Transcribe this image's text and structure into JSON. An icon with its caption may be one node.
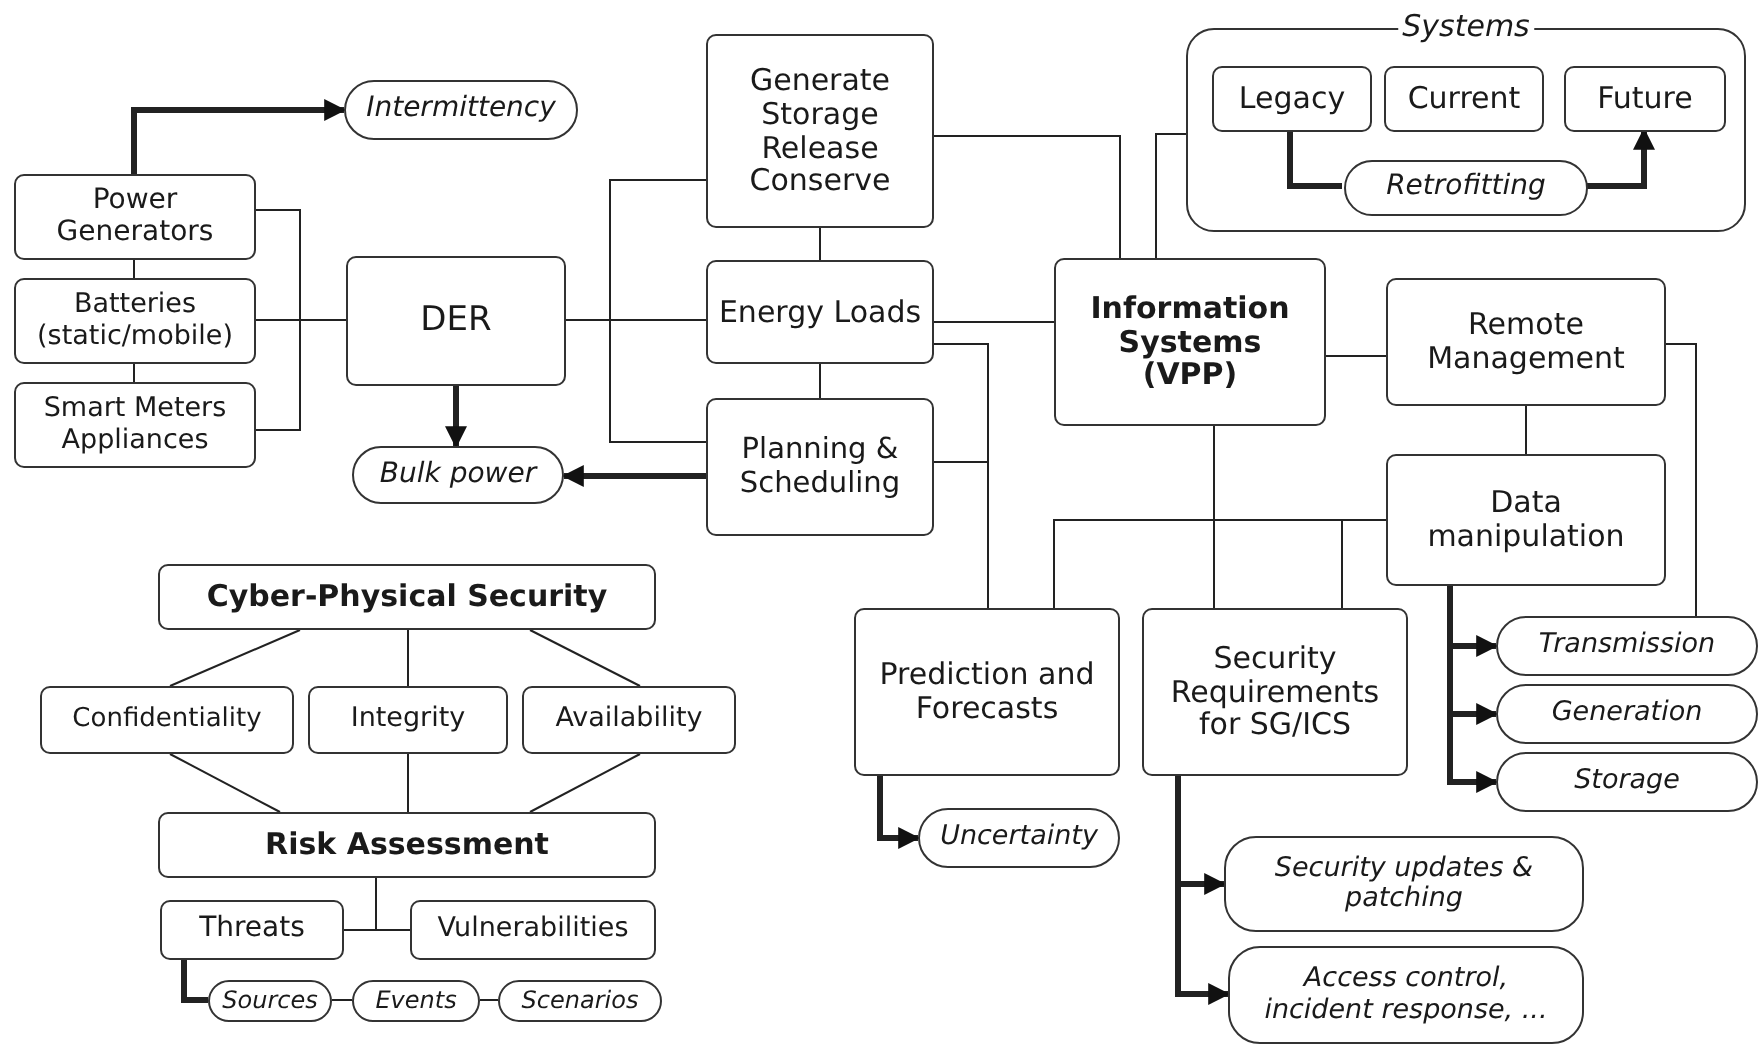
{
  "diagram": {
    "nodes": [
      {
        "text": [
          "Intermittency"
        ]
      },
      {
        "text": [
          "Power Generators"
        ]
      },
      {
        "text": [
          "Batteries (static/mobile)"
        ]
      },
      {
        "text": [
          "Smart Meters Appliances"
        ]
      },
      {
        "text": [
          "DER"
        ]
      },
      {
        "text": [
          "Bulk power"
        ]
      },
      {
        "text": [
          "Generate Storage Release Conserve"
        ]
      },
      {
        "text": [
          "Energy Loads"
        ]
      },
      {
        "text": [
          "Planning & Scheduling"
        ]
      },
      {
        "text": [
          "Information Systems (VPP)"
        ]
      },
      {
        "text": [
          "Systems"
        ]
      },
      {
        "text": [
          "Legacy"
        ],
        "in": 10
      },
      {
        "text": [
          "Current"
        ],
        "in": 10
      },
      {
        "text": [
          "Future"
        ],
        "in": 10
      },
      {
        "text": [
          "Retrofitting"
        ],
        "in": 10
      },
      {
        "text": [
          "Remote Management"
        ]
      },
      {
        "text": [
          "Data manipulation"
        ]
      },
      {
        "text": [
          "Transmission"
        ]
      },
      {
        "text": [
          "Generation"
        ]
      },
      {
        "text": [
          "Storage"
        ]
      },
      {
        "text": [
          "Prediction and Forecasts"
        ]
      },
      {
        "text": [
          "Security Requirements for SG/ICS"
        ]
      },
      {
        "text": [
          "Uncertainty"
        ]
      },
      {
        "text": [
          "Security updates & patching"
        ]
      },
      {
        "text": [
          "Access control, incident response, ..."
        ]
      },
      {
        "text": [
          "Cyber-Physical Security"
        ]
      },
      {
        "text": [
          "Confidentiality"
        ]
      },
      {
        "text": [
          "Integrity"
        ]
      },
      {
        "text": [
          "Availability"
        ]
      },
      {
        "text": [
          "Risk Assessment"
        ]
      },
      {
        "text": [
          "Threats"
        ]
      },
      {
        "text": [
          "Vulnerabilities"
        ]
      },
      {
        "text": [
          "Sources"
        ]
      },
      {
        "text": [
          "Events"
        ]
      },
      {
        "text": [
          "Scenarios"
        ]
      }
    ],
    "edges": [
      {
        "from": 1,
        "to": 0,
        "arrow": "to",
        "style": "thick"
      },
      {
        "from": 1,
        "to": 4,
        "arrow": "none"
      },
      {
        "from": 2,
        "to": 4,
        "arrow": "none"
      },
      {
        "from": 3,
        "to": 4,
        "arrow": "none"
      },
      {
        "from": 1,
        "to": 2,
        "arrow": "none"
      },
      {
        "from": 2,
        "to": 3,
        "arrow": "none"
      },
      {
        "from": 4,
        "to": 5,
        "arrow": "to",
        "style": "thick"
      },
      {
        "from": 8,
        "to": 5,
        "arrow": "to",
        "style": "thick"
      },
      {
        "from": 4,
        "to": 6,
        "arrow": "none"
      },
      {
        "from": 4,
        "to": 7,
        "arrow": "none"
      },
      {
        "from": 4,
        "to": 8,
        "arrow": "none"
      },
      {
        "from": 6,
        "to": 7,
        "arrow": "none"
      },
      {
        "from": 7,
        "to": 8,
        "arrow": "none"
      },
      {
        "from": 6,
        "to": 9,
        "arrow": "none"
      },
      {
        "from": 7,
        "to": 9,
        "arrow": "none"
      },
      {
        "from": 9,
        "to": 10,
        "arrow": "none"
      },
      {
        "from": 11,
        "to": 14,
        "arrow": "none",
        "style": "thick"
      },
      {
        "from": 14,
        "to": 13,
        "arrow": "to",
        "style": "thick"
      },
      {
        "from": 9,
        "to": 15,
        "arrow": "none"
      },
      {
        "from": 15,
        "to": 16,
        "arrow": "none"
      },
      {
        "from": 9,
        "to": 20,
        "arrow": "none"
      },
      {
        "from": 9,
        "to": 21,
        "arrow": "none"
      },
      {
        "from": 9,
        "to": 16,
        "arrow": "none"
      },
      {
        "from": 16,
        "to": 21,
        "arrow": "none"
      },
      {
        "from": 7,
        "to": 20,
        "arrow": "none"
      },
      {
        "from": 8,
        "to": 20,
        "arrow": "none"
      },
      {
        "from": 15,
        "to": 17,
        "arrow": "none"
      },
      {
        "from": 16,
        "to": 17,
        "arrow": "to",
        "style": "thick"
      },
      {
        "from": 16,
        "to": 18,
        "arrow": "to",
        "style": "thick"
      },
      {
        "from": 16,
        "to": 19,
        "arrow": "to",
        "style": "thick"
      },
      {
        "from": 20,
        "to": 22,
        "arrow": "to",
        "style": "thick"
      },
      {
        "from": 21,
        "to": 23,
        "arrow": "to",
        "style": "thick"
      },
      {
        "from": 21,
        "to": 24,
        "arrow": "to",
        "style": "thick"
      },
      {
        "from": 25,
        "to": 26,
        "arrow": "none"
      },
      {
        "from": 25,
        "to": 27,
        "arrow": "none"
      },
      {
        "from": 25,
        "to": 28,
        "arrow": "none"
      },
      {
        "from": 26,
        "to": 29,
        "arrow": "none"
      },
      {
        "from": 27,
        "to": 29,
        "arrow": "none"
      },
      {
        "from": 28,
        "to": 29,
        "arrow": "none"
      },
      {
        "from": 29,
        "to": 30,
        "arrow": "none"
      },
      {
        "from": 29,
        "to": 31,
        "arrow": "none"
      },
      {
        "from": 30,
        "to": 32,
        "arrow": "none",
        "style": "thick"
      },
      {
        "from": 32,
        "to": 33,
        "arrow": "none"
      },
      {
        "from": 33,
        "to": 34,
        "arrow": "none"
      }
    ]
  }
}
